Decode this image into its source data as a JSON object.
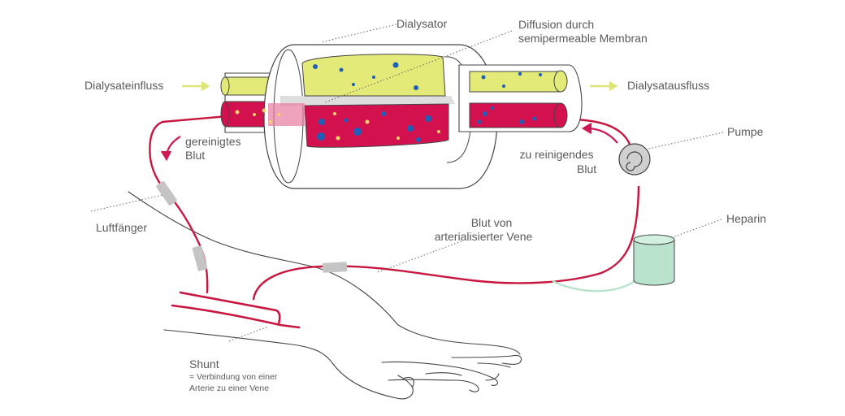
{
  "labels": {
    "dialysator": "Dialysator",
    "diffusion_line1": "Diffusion durch",
    "diffusion_line2": "semipermeable Membran",
    "dialysateinfluss": "Dialysateinfluss",
    "dialysatausfluss": "Dialysatausfluss",
    "gereinigtes_line1": "gereinigtes",
    "gereinigtes_line2": "Blut",
    "zu_reinigendes_line1": "zu reinigendes",
    "zu_reinigendes_line2": "Blut",
    "pumpe": "Pumpe",
    "heparin": "Heparin",
    "luftfaenger": "Luftfänger",
    "blut_von_line1": "Blut von",
    "blut_von_line2": "arterialisierter Vene",
    "shunt": "Shunt",
    "shunt_desc_line1": "= Verbindung von einer",
    "shunt_desc_line2": "Arterie zu einer Vene"
  },
  "colors": {
    "blood": "#d4114f",
    "dialysate": "#e4ea78",
    "tube": "#c8163f",
    "heparin": "#b9e3cd",
    "clamp": "#c4c4c4",
    "blue_particle": "#1f5fb8",
    "yellow_particle": "#f4d36a",
    "arrow_yellow": "#dfe57a",
    "arrow_red": "#d01a55",
    "line": "#444444"
  },
  "icons": [
    "pump-icon",
    "heparin-container-icon",
    "air-trap-clamp-icon"
  ]
}
